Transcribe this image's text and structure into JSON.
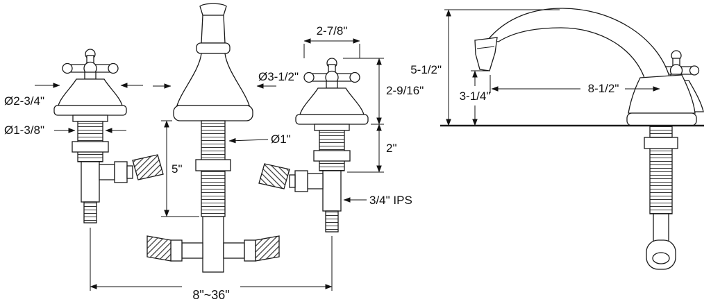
{
  "page": {
    "background": "#ffffff",
    "line_color": "#1a1a1a",
    "drawing_type": "widespread-faucet-dimensional-drawing"
  },
  "front_view": {
    "labels": {
      "handle_diameter": "Ø2-3/4\"",
      "handle_base_diameter": "Ø1-3/8\"",
      "handle_width": "2-7/8\"",
      "spout_base_diameter": "Ø3-1/2\"",
      "handle_height": "2-9/16\"",
      "shank_diameter": "Ø1\"",
      "shank_length": "5\"",
      "max_deck_thickness": "2\"",
      "inlet_connection": "3/4\" IPS",
      "installation_spread": "8\"~36\""
    }
  },
  "side_view": {
    "labels": {
      "overall_height": "5-1/2\"",
      "spout_height": "3-1/4\"",
      "spout_reach": "8-1/2\""
    }
  }
}
